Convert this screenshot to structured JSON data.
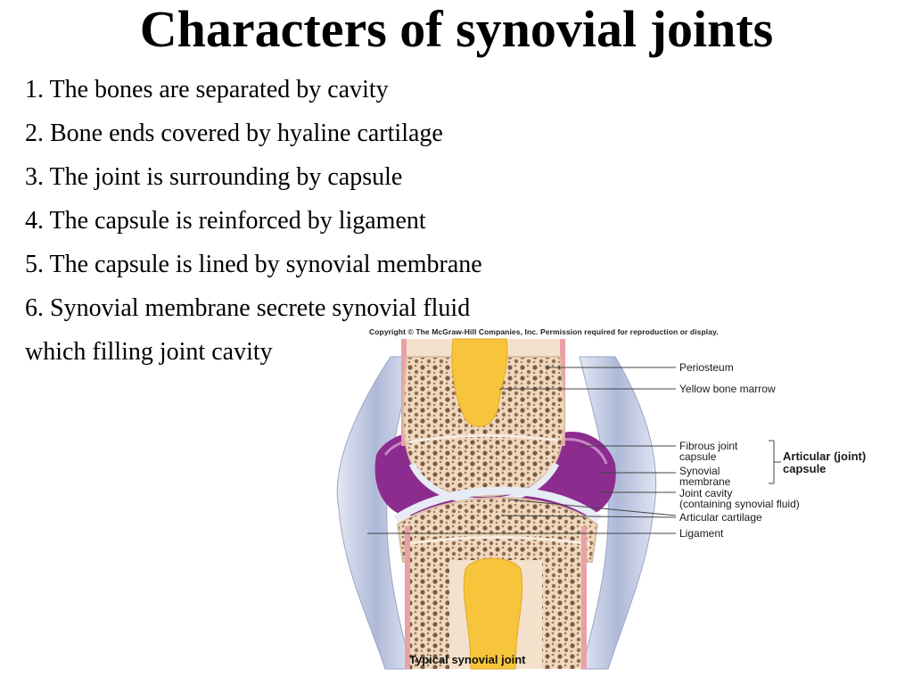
{
  "slide": {
    "title": "Characters of synovial joints",
    "points": [
      "1. The bones are separated by cavity",
      "2. Bone ends covered by hyaline cartilage",
      "3. The joint is surrounding by capsule",
      "4. The capsule is reinforced by ligament",
      "5. The capsule is lined by synovial membrane",
      "6. Synovial membrane secrete synovial fluid",
      "which filling  joint cavity"
    ]
  },
  "figure": {
    "copyright": "Copyright © The McGraw-Hill Companies, Inc. Permission required for reproduction or display.",
    "labels": {
      "periosteum": "Periosteum",
      "yellow_bone_marrow": "Yellow bone marrow",
      "fibrous_capsule_1": "Fibrous joint",
      "fibrous_capsule_2": "capsule",
      "synovial_membrane_1": "Synovial",
      "synovial_membrane_2": "membrane",
      "joint_cavity_1": "Joint cavity",
      "joint_cavity_2": "(containing synovial fluid)",
      "articular_cartilage": "Articular cartilage",
      "ligament": "Ligament",
      "articular_capsule_1": "Articular (joint)",
      "articular_capsule_2": "capsule"
    },
    "caption": "Typical synovial joint",
    "colors": {
      "bone": "#f1dcc4",
      "marrow": "#f6c63a",
      "spongy": "#8a6a52",
      "cavity": "#8a2a8a",
      "cartilage": "#e6eaf2",
      "capsule": "#b9c4de",
      "periosteum": "#e89aa0"
    }
  }
}
